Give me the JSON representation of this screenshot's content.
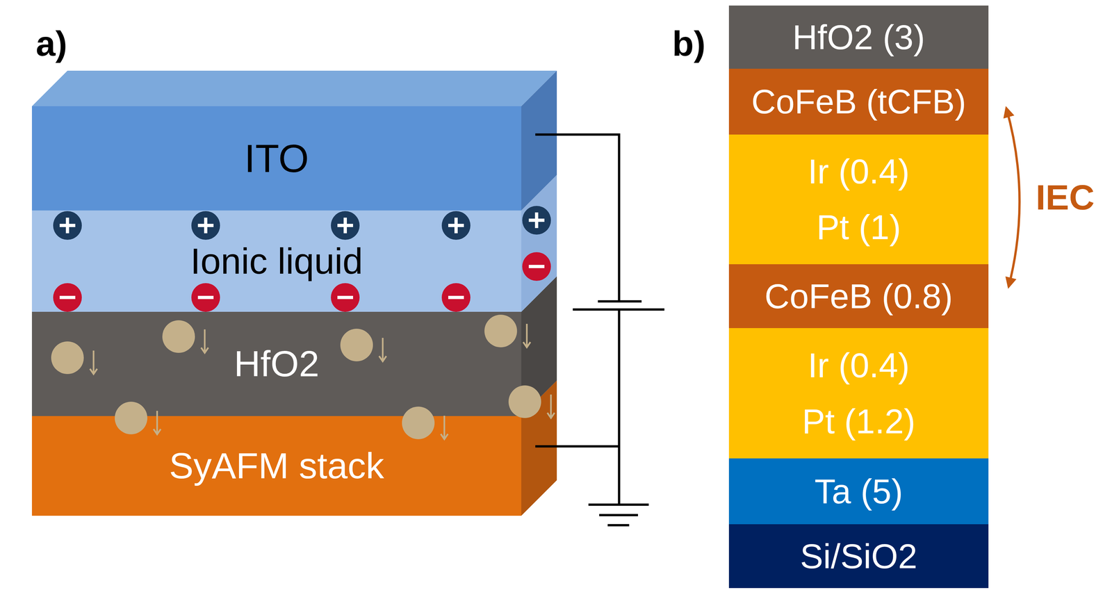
{
  "diagram": {
    "nodes": [
      {
        "text": [
          "ITO"
        ]
      },
      {
        "text": [
          "Ionic liquid"
        ]
      },
      {
        "text": [
          "HfO2"
        ]
      },
      {
        "text": [
          "SyAFM stack"
        ]
      },
      {
        "text": [
          "HfO2 (3)"
        ]
      },
      {
        "text": [
          "CoFeB (tCFB)"
        ]
      },
      {
        "text": [
          "Ir (0.4)",
          "Pt (1)"
        ]
      },
      {
        "text": [
          "CoFeB (0.8)"
        ]
      },
      {
        "text": [
          "Ir (0.4)",
          "Pt (1.2)"
        ]
      },
      {
        "text": [
          "Ta (5)"
        ]
      },
      {
        "text": [
          "Si/SiO2"
        ]
      }
    ],
    "edges": [
      {
        "from": 5,
        "to": 7,
        "arrow": "both",
        "label": "IEC"
      }
    ],
    "labels": [
      "a)",
      "b)"
    ]
  }
}
